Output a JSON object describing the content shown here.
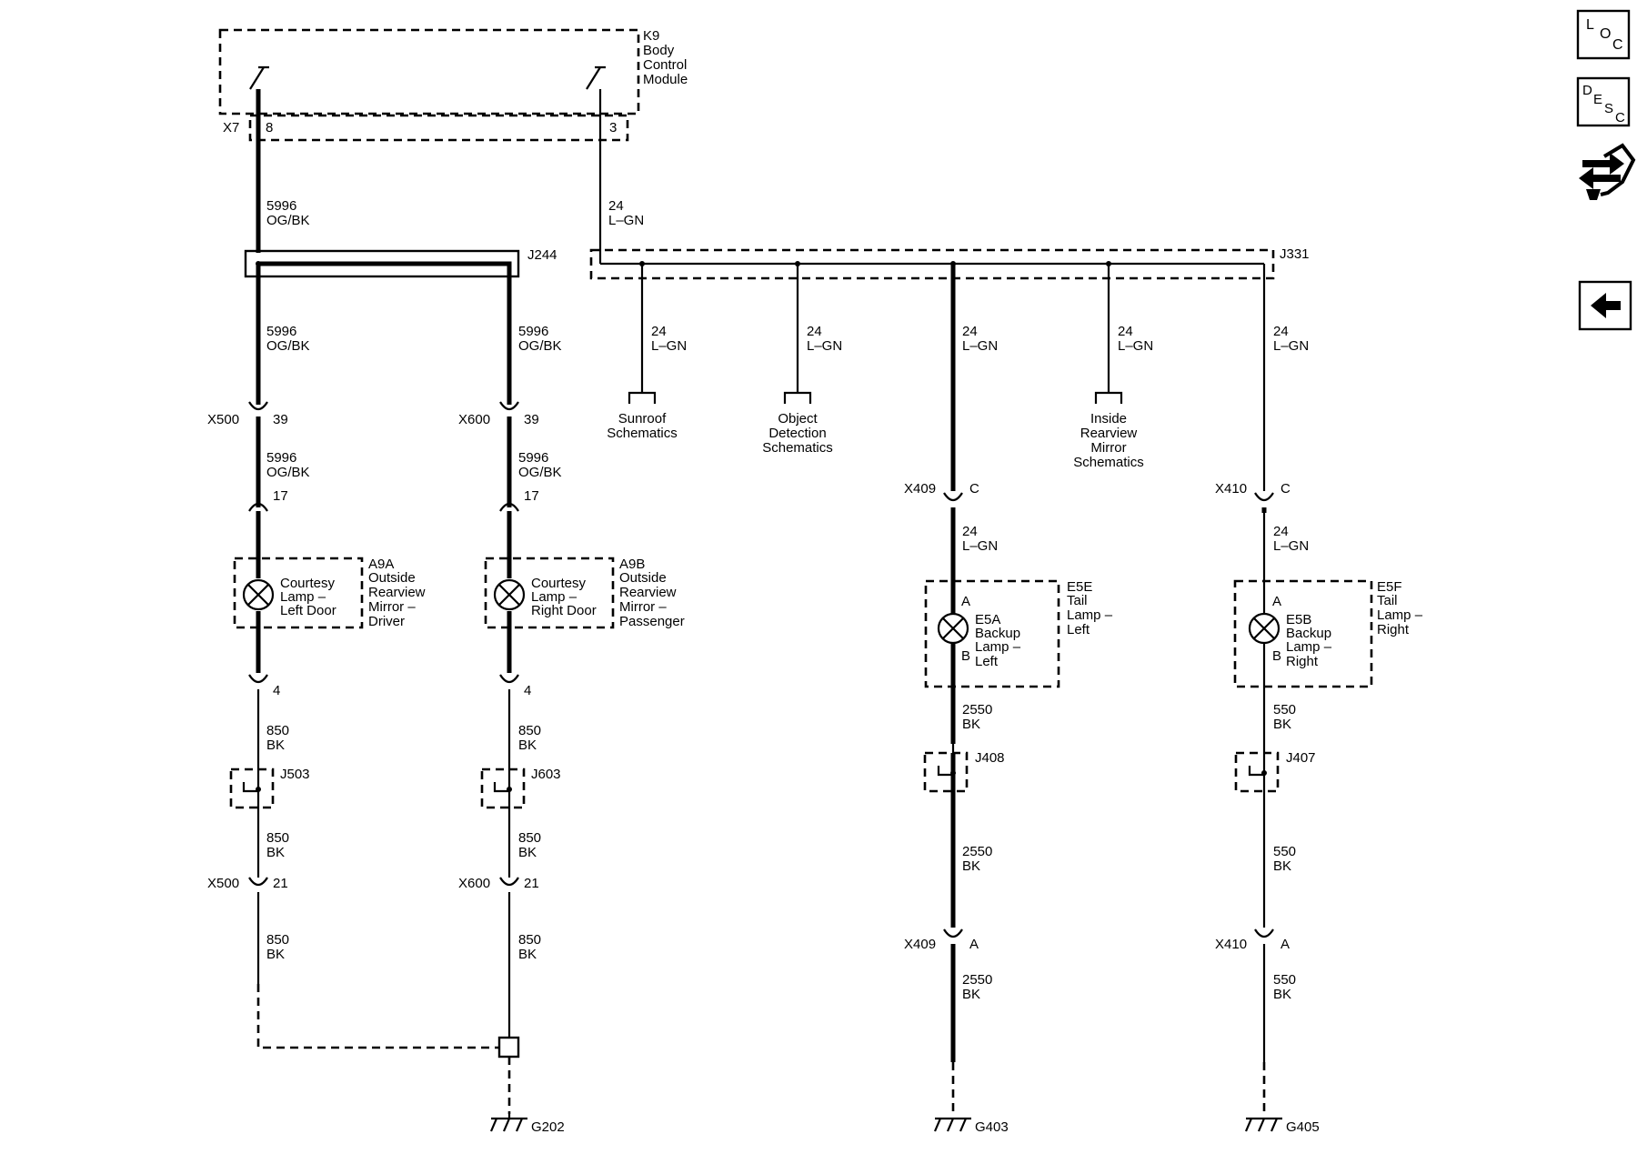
{
  "module": {
    "ref": "K9",
    "name_lines": [
      "Body",
      "Control",
      "Module"
    ],
    "connector": "X7",
    "pin_left": "8",
    "pin_right": "3"
  },
  "circuits": {
    "og_bk_num": "5996",
    "og_bk_color": "OG/BK",
    "lgn_num": "24",
    "lgn_color": "L–GN",
    "bk_color": "BK",
    "bk_850": "850",
    "bk_2550": "2550",
    "bk_550": "550"
  },
  "splices": {
    "j244": "J244",
    "j331": "J331",
    "j503": "J503",
    "j603": "J603",
    "j408": "J408",
    "j407": "J407"
  },
  "connectors": {
    "x500": "X500",
    "x600": "X600",
    "x409": "X409",
    "x410": "X410",
    "pin_39": "39",
    "pin_17": "17",
    "pin_4": "4",
    "pin_21": "21",
    "pin_c": "C",
    "pin_a": "A",
    "pin_b": "B"
  },
  "references": {
    "sunroof": [
      "Sunroof",
      "Schematics"
    ],
    "object_detection": [
      "Object",
      "Detection",
      "Schematics"
    ],
    "inside_mirror": [
      "Inside",
      "Rearview",
      "Mirror",
      "Schematics"
    ]
  },
  "components": {
    "a9a": {
      "ref": "A9A",
      "lines": [
        "Outside",
        "Rearview",
        "Mirror –",
        "Driver"
      ],
      "lamp": [
        "Courtesy",
        "Lamp –",
        "Left Door"
      ]
    },
    "a9b": {
      "ref": "A9B",
      "lines": [
        "Outside",
        "Rearview",
        "Mirror –",
        "Passenger"
      ],
      "lamp": [
        "Courtesy",
        "Lamp –",
        "Right Door"
      ]
    },
    "e5e": {
      "ref": "E5E",
      "lines": [
        "Tail",
        "Lamp –",
        "Left"
      ],
      "lamp": [
        "E5A",
        "Backup",
        "Lamp –",
        "Left"
      ]
    },
    "e5f": {
      "ref": "E5F",
      "lines": [
        "Tail",
        "Lamp –",
        "Right"
      ],
      "lamp": [
        "E5B",
        "Backup",
        "Lamp –",
        "Right"
      ]
    }
  },
  "grounds": {
    "g202": "G202",
    "g403": "G403",
    "g405": "G405"
  },
  "nav_buttons": {
    "loc": [
      "L",
      "O",
      "C"
    ],
    "desc": [
      "D",
      "E",
      "S",
      "C"
    ]
  }
}
